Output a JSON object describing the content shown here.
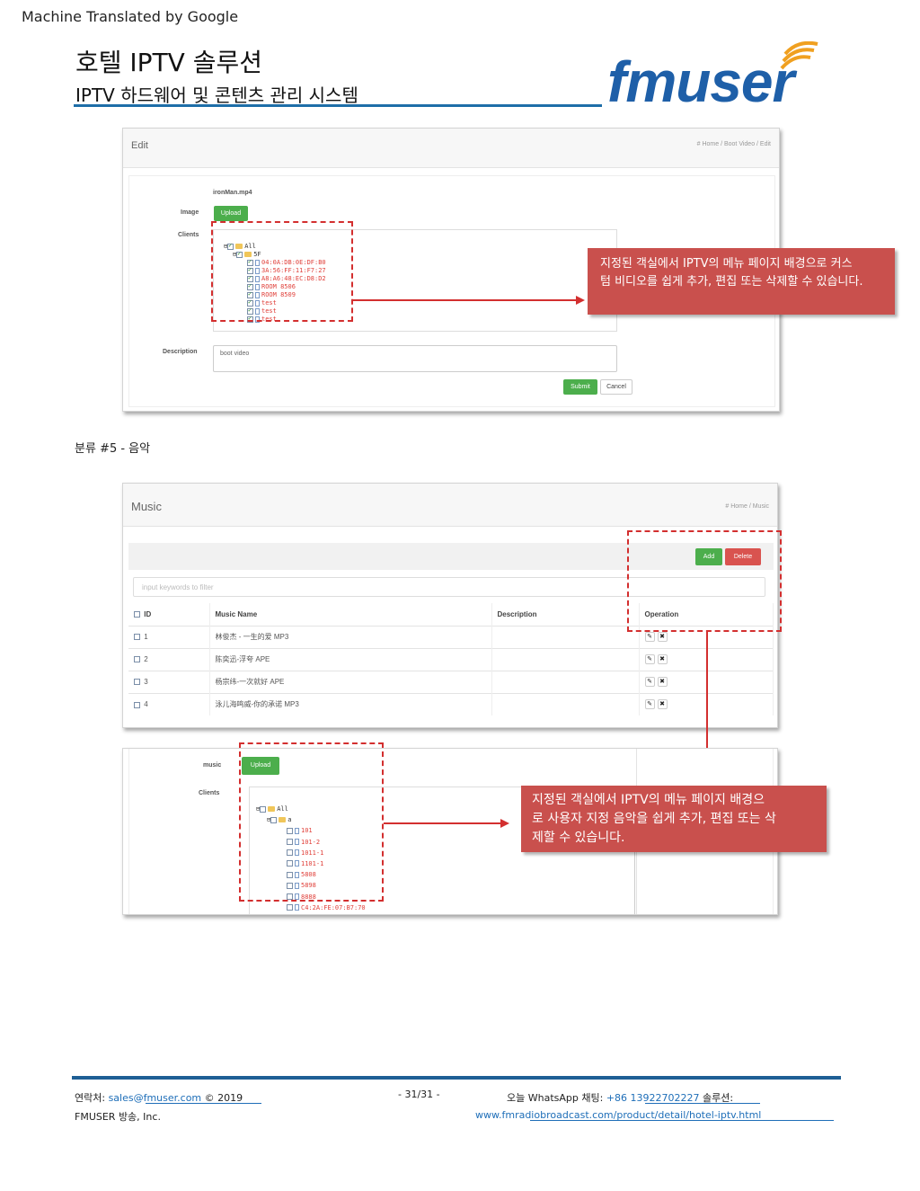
{
  "header": {
    "machine_translated": "Machine Translated by Google",
    "title": "호텔 IPTV 솔루션",
    "subtitle": "IPTV 하드웨어 및 콘텐츠 관리 시스템",
    "logo_text": "fmuser"
  },
  "edit_panel": {
    "title": "Edit",
    "breadcrumb": "# Home / Boot Video / Edit",
    "filename": "ironMan.mp4",
    "image_label": "Image",
    "upload_label": "Upload",
    "clients_label": "Clients",
    "tree": {
      "root": "All",
      "group": "5F",
      "items": [
        "04:0A:DB:0E:DF:B0",
        "3A:56:FF:11:F7:27",
        "A8:A6:48:EC:D8:D2",
        "ROOM 8506",
        "ROOM 8509",
        "test",
        "test",
        "test"
      ]
    },
    "description_label": "Description",
    "description_value": "boot video",
    "submit_label": "Submit",
    "cancel_label": "Cancel"
  },
  "callout1": {
    "line1": "지정된 객실에서 IPTV의 메뉴 페이지 배경으로 커스",
    "line2": "텀 비디오를 쉽게 추가, 편집 또는 삭제할 수 있습니다."
  },
  "section_label": "분류 #5 - 음악",
  "music_panel": {
    "title": "Music",
    "breadcrumb": "# Home / Music",
    "add_label": "Add",
    "delete_label": "Delete",
    "filter_placeholder": "input keywords to filter",
    "columns": [
      "ID",
      "Music Name",
      "Description",
      "Operation"
    ],
    "rows": [
      {
        "id": "1",
        "name": "林俊杰 - 一生的爱 MP3",
        "description": ""
      },
      {
        "id": "2",
        "name": "陈奕迅-浮夸 APE",
        "description": ""
      },
      {
        "id": "3",
        "name": "杨宗纬-一次就好 APE",
        "description": ""
      },
      {
        "id": "4",
        "name": "泳儿海鸣威-你的承诺 MP3",
        "description": ""
      }
    ]
  },
  "upload_panel": {
    "music_label": "music",
    "upload_label": "Upload",
    "clients_label": "Clients",
    "tree": {
      "root": "All",
      "group": "a",
      "items": [
        "101",
        "101-2",
        "1011-1",
        "1101-1",
        "5808",
        "5898",
        "8888",
        "C4:2A:FE:07:B7:70"
      ]
    }
  },
  "callout2": {
    "line1": "지정된 객실에서 IPTV의 메뉴 페이지 배경으",
    "line2": "로 사용자 지정 음악을 쉽게 추가, 편집 또는 삭",
    "line3": "제할 수 있습니다."
  },
  "footer": {
    "contact_prefix": "연락처: ",
    "email": "sales@fmuser.com",
    "copyright": " © 2019",
    "company": "FMUSER 방송, Inc.",
    "page": "- 31/31 -",
    "whatsapp_prefix": "오늘 WhatsApp 채팅: ",
    "phone": "+86 13922702227",
    "solution_suffix": " 솔루션:",
    "url": "www.fmradiobroadcast.com/product/detail/hotel-iptv.html"
  },
  "colors": {
    "brand_blue": "#1e5fa8",
    "callout_red": "#c9504d",
    "dash_red": "#d32f2f",
    "button_green": "#4cae4c",
    "button_red": "#d9534f"
  }
}
